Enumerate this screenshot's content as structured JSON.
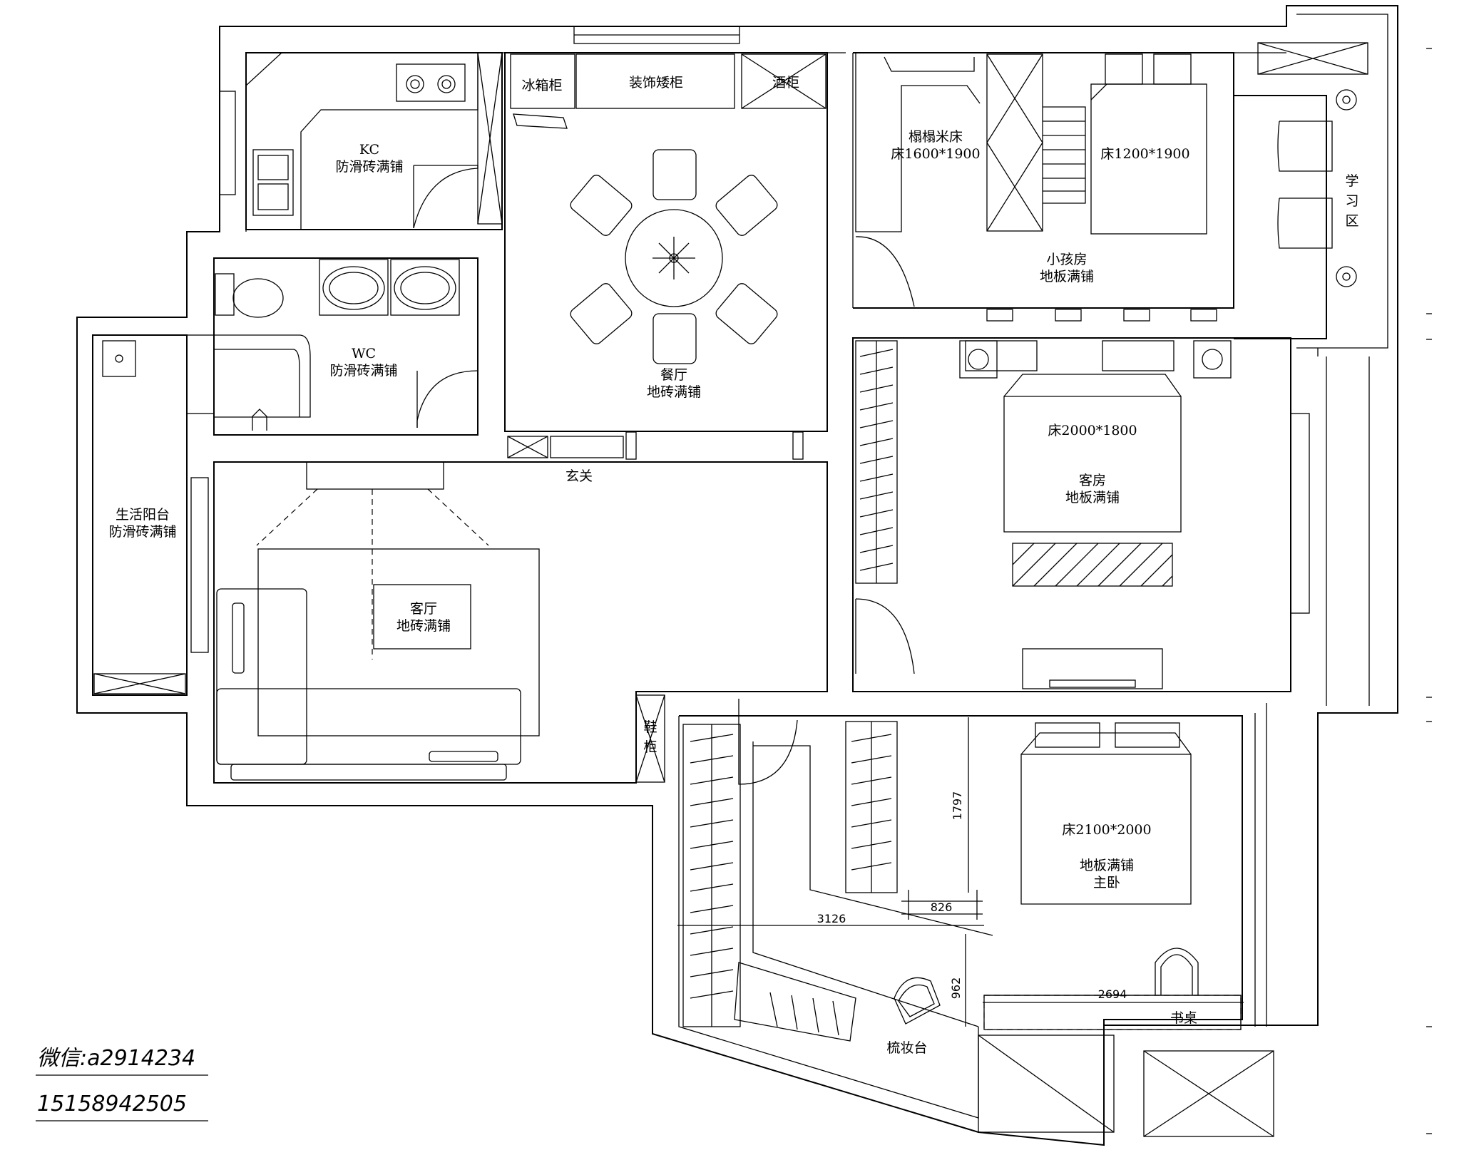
{
  "plan": {
    "rooms": {
      "kitchen": {
        "name": "KC",
        "floor": "防滑砖满铺"
      },
      "wc": {
        "name": "WC",
        "floor": "防滑砖满铺"
      },
      "dining": {
        "name": "餐厅",
        "floor": "地砖满铺"
      },
      "living": {
        "name": "客厅",
        "floor": "地砖满铺"
      },
      "balcony": {
        "name": "生活阳台",
        "floor": "防滑砖满铺"
      },
      "kids": {
        "name": "小孩房",
        "floor": "地板满铺"
      },
      "guest": {
        "name": "客房",
        "floor": "地板满铺"
      },
      "master": {
        "name": "主卧",
        "floor": "地板满铺"
      }
    },
    "labels": {
      "fridge": "冰箱柜",
      "deco_cabinet": "装饰矮柜",
      "wine_cabinet": "酒柜",
      "foyer": "玄关",
      "tatami": "榻榻米床",
      "tatami_size": "床1600*1900",
      "kids_bed": "床1200*1900",
      "study_chars": [
        "学",
        "习",
        "区"
      ],
      "guest_bed": "床2000*1800",
      "master_bed": "床2100*2000",
      "shoe_chars": [
        "鞋",
        "柜"
      ],
      "vanity": "梳妆台",
      "desk": "书桌"
    },
    "dimensions": {
      "d1797": "1797",
      "d826": "826",
      "d3126": "3126",
      "d962": "962",
      "d2694": "2694"
    },
    "contact": {
      "wechat": "微信:a2914234",
      "phone": "15158942505"
    }
  }
}
